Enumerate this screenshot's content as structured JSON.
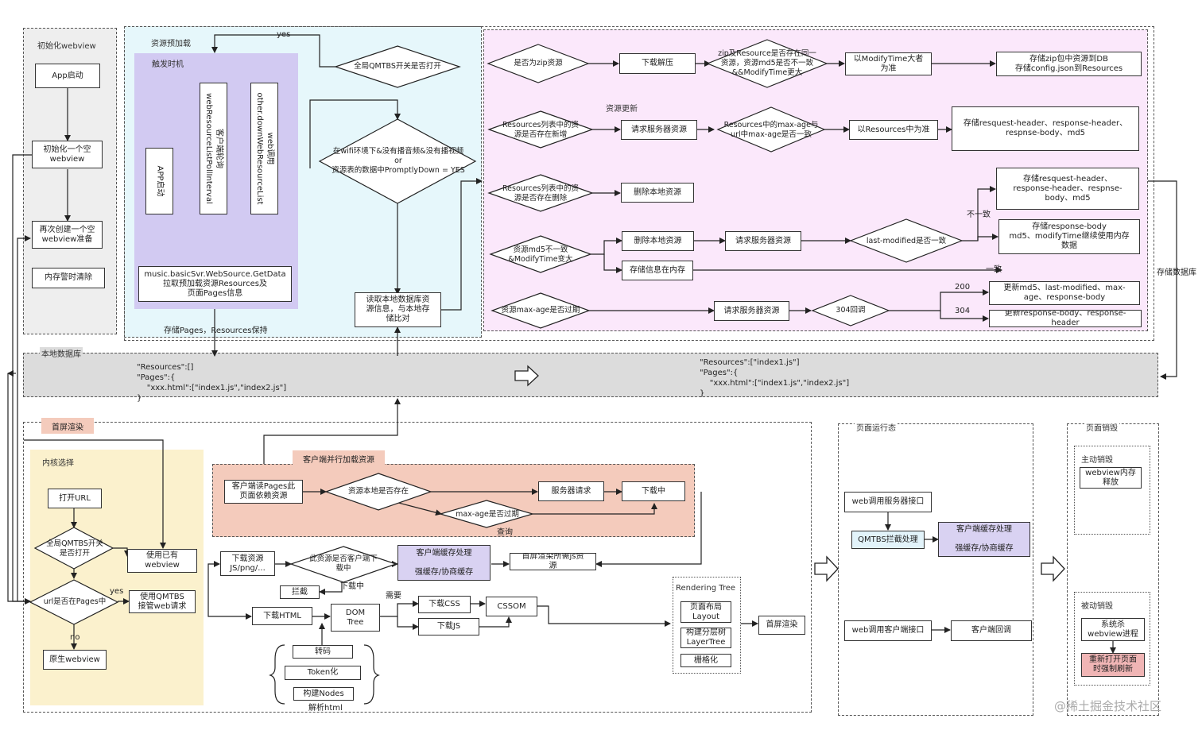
{
  "panels": {
    "init": "初始化webview",
    "preload": "资源预加载",
    "trigger": "触发时机",
    "local_db": "本地数据库",
    "first_render": "首屏渲染",
    "kernel": "内核选择",
    "client_parallel": "客户端并行加载资源",
    "runtime": "页面运行态",
    "destroy": "页面销毁",
    "active_destroy": "主动销毁",
    "passive_destroy": "被动销毁",
    "rendering_tree": "Rendering Tree",
    "resource_update": "资源更新"
  },
  "init": {
    "app_start": "App启动",
    "init_empty": "初始化一个空\nwebview",
    "recreate": "再次创建一个空\nwebview准备",
    "mem_clear": "内存警时清除"
  },
  "trigger": {
    "app_start_v": "APP启动",
    "client_poll": "客户端轮询\nwebResourceListPollInterval",
    "web_call": "web调用\nother.downWebResourceList",
    "getdata": "music.basicSvr.WebSource.GetData\n拉取预加载资源Resources及\n页面Pages信息",
    "store_pages": "存储Pages，Resources保持"
  },
  "decisions": {
    "qmtbs_switch": "全局QMTBS开关是否打开",
    "yes": "yes",
    "wifi_cond": "在wifi环境下&没有播音频&没有播视频\nor\n资源表的数据中PromptlyDown = YES",
    "read_local": "读取本地数据库资\n源信息，与本地存\n储比对"
  },
  "update": {
    "is_zip": "是否为zip资源",
    "unzip": "下载解压",
    "zip_cond": "zip及Resource是否存在同一\n资源，资源md5是否不一致\n&&ModifyTime更大",
    "modify_larger": "以ModifyTime大者\n为准",
    "store_zip": "存储zip包中资源到DB\n存储config.json到Resources",
    "new_res": "Resources列表中的资\n源是否存在新增",
    "req_server": "请求服务器资源",
    "maxage_cond": "Resources中的max-age与\nurl中max-age是否一致",
    "use_resources": "以Resources中为准",
    "store_req": "存储resquest-header、response-header、\nrespnse-body、md5",
    "del_res": "Resources列表中的资\n源是否存在删除",
    "del_local": "删除本地资源",
    "md5_change": "资源md5不一致\n&ModifyTime变大",
    "del_local2": "删除本地资源",
    "req_server2": "请求服务器资源",
    "last_modified": "last-modified是否一致",
    "inconsistent": "不一致",
    "consistent": "一致",
    "store_req2": "存储resquest-header、\nresponse-header、respnse-\nbody、md5",
    "store_body": "存储response-body\nmd5、modifyTime继续使用内存\n数据",
    "store_mem": "存储信息在内存",
    "expired": "资源max-age是否过期",
    "req_server3": "请求服务器资源",
    "cb304": "304回调",
    "code200": "200",
    "code304": "304",
    "update_md5": "更新md5、last-modified、max-\nage、response-body",
    "update_resp": "更新response-body、response-\nheader",
    "store_db": "存储数据库"
  },
  "db": {
    "left": "\"Resources\":[]\n\"Pages\":{\n    \"xxx.html\":[\"index1.js\",\"index2.js\"]\n}",
    "right": "\"Resources\":[\"index1.js\"]\n\"Pages\":{\n    \"xxx.html\":[\"index1.js\",\"index2.js\"]\n}"
  },
  "kernel": {
    "open_url": "打开URL",
    "qmtbs_q": "全局QMTBS开关\n是否打开",
    "in_pages": "url是否在Pages中",
    "use_existing": "使用已有\nwebview",
    "use_qmtbs": "使用QMTBS\n接管web请求",
    "yes": "yes",
    "no": "no",
    "native": "原生webview"
  },
  "client": {
    "read_pages": "客户端读Pages此\n页面依赖资源",
    "exists_local": "资源本地是否存在",
    "server_req": "服务器请求",
    "downloading": "下载中",
    "maxage_exp": "max-age是否过期",
    "query": "查询"
  },
  "render": {
    "dl_res": "下载资源\nJS/png/...",
    "client_dl": "此资源是否客户端下\n载中",
    "cache": "客户端缓存处理\n\n强缓存/协商缓存",
    "first_js": "首屏渲染所需js资\n源",
    "intercept": "拦截",
    "downloading": "下载中",
    "dl_html": "下载HTML",
    "dom_tree": "DOM\nTree",
    "need": "需要",
    "dl_css": "下载CSS",
    "dl_js": "下载JS",
    "cssom": "CSSOM",
    "transcode": "转码",
    "tokenize": "Token化",
    "build_nodes": "构建Nodes",
    "parse_html": "解析html",
    "layout": "页面布局\nLayout",
    "layer_tree": "构建分层树\nLayerTree",
    "raster": "栅格化",
    "first_paint": "首屏渲染"
  },
  "runtime": {
    "web_server": "web调用服务器接口",
    "qmtbs_intercept": "QMTBS拦截处理",
    "client_cache": "客户端缓存处理\n\n强缓存/协商缓存",
    "web_client": "web调用客户端接口",
    "client_cb": "客户端回调"
  },
  "destroy": {
    "mem_release": "webview内存\n释放",
    "kill": "系统杀\nwebview进程",
    "reopen": "重新打开页面\n时强制刷新"
  },
  "watermark": "@稀土掘金技术社区",
  "colors": {
    "preload_bg": "#e6f7fb",
    "trigger_bg": "#d2caf2",
    "update_bg": "#fbe8fb",
    "db_bg": "#dcdcdc",
    "init_bg": "#eeeeee",
    "kernel_bg": "#fbf1cd",
    "client_bg": "#f4cbbc",
    "tag_bg": "#f4cbbc",
    "purple_box": "#d9d2f2",
    "blue_box": "#e2f3fa",
    "red_box": "#f0b5b5"
  }
}
